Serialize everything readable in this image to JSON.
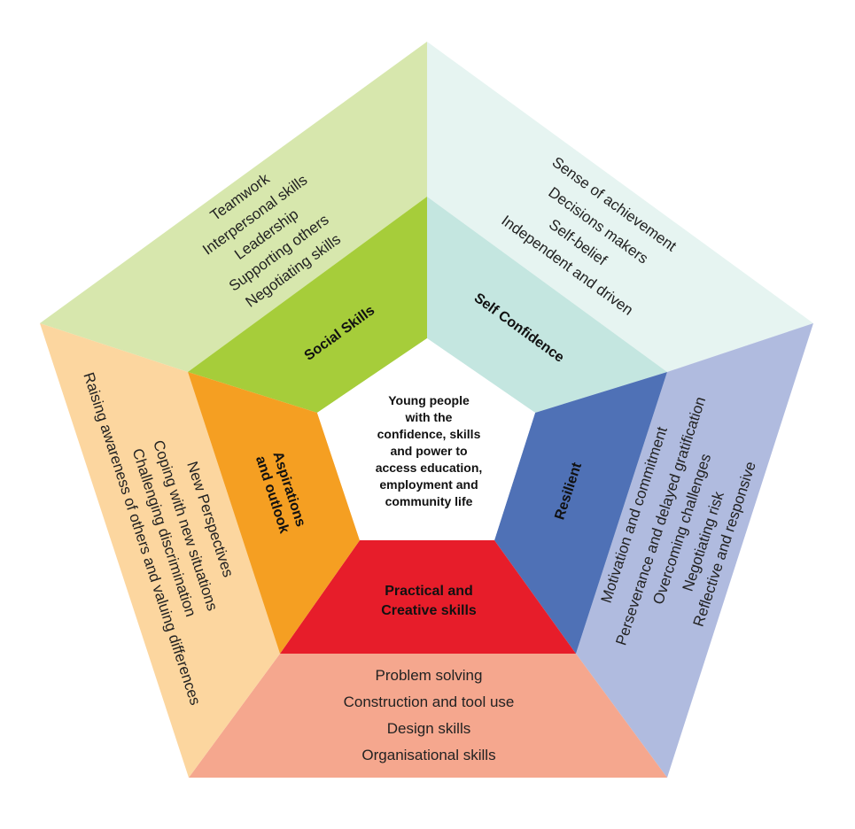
{
  "center": {
    "lines": [
      "Young people",
      "with the",
      "confidence, skills",
      "and power to",
      "access education,",
      "employment and",
      "community life"
    ]
  },
  "sections": {
    "social": {
      "label": "Social Skills",
      "items": [
        "Teamwork",
        "Interpersonal skills",
        "Leadership",
        "Supporting others",
        "Negotiating skills"
      ],
      "inner_color": "#a6cd3a",
      "outer_color": "#d7e7ad"
    },
    "self_confidence": {
      "label": "Self Confidence",
      "items": [
        "Sense of achievement",
        "Decisions makers",
        "Self-belief",
        "Independent and driven"
      ],
      "inner_color": "#c4e6e0",
      "outer_color": "#e6f4f1"
    },
    "resilient": {
      "label": "Resilient",
      "items": [
        "Motivation and commitment",
        "Perseverance and delayed gratification",
        "Overcoming challenges",
        "Negotiating risk",
        "Reflective and responsive"
      ],
      "inner_color": "#4f71b6",
      "outer_color": "#b0bbdf"
    },
    "practical": {
      "label_lines": [
        "Practical and",
        "Creative skills"
      ],
      "items": [
        "Problem solving",
        "Construction and tool use",
        "Design skills",
        "Organisational skills"
      ],
      "inner_color": "#e71d2a",
      "outer_color": "#f5a78e"
    },
    "aspirations": {
      "label_lines": [
        "Aspirations",
        "and outlook"
      ],
      "items": [
        "New Perspectives",
        "Coping with new situations",
        "Challenging discrimination",
        "Raising awareness of others and valuing differences"
      ],
      "inner_color": "#f59f22",
      "outer_color": "#fcd69f"
    }
  }
}
